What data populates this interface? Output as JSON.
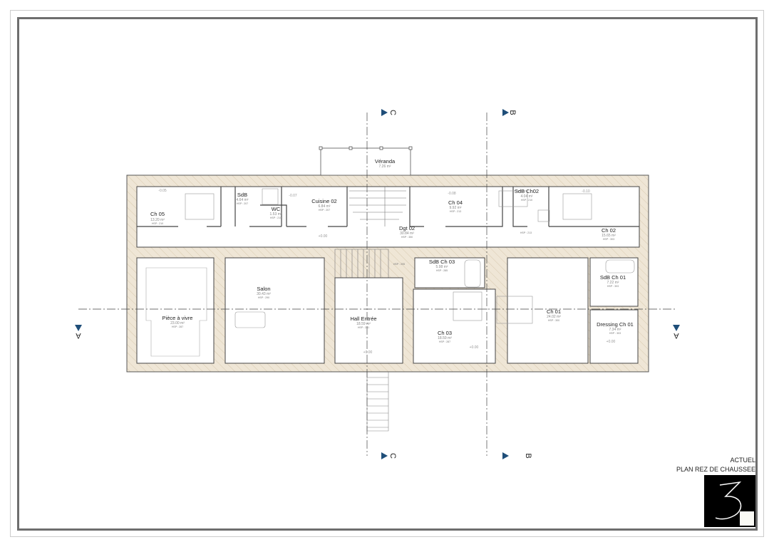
{
  "plan": {
    "status": "ACTUEL",
    "title": "PLAN REZ DE CHAUSSEE",
    "logo_text": "3",
    "rooms": [
      {
        "name": "Ch 05",
        "area": "13.20 m²",
        "hsp": "HSP : 210"
      },
      {
        "name": "SdB",
        "area": "4.64 m²",
        "hsp": "HSP : 207"
      },
      {
        "name": "WC",
        "area": "1.53 m²",
        "hsp": "HSP : 210"
      },
      {
        "name": "Cuisine 02",
        "area": "6.84 m²",
        "hsp": "HSP : 207"
      },
      {
        "name": "Véranda",
        "area": "7.26 m²"
      },
      {
        "name": "Dgt 02",
        "area": "30.84 m²",
        "hsp": "HSP : 350"
      },
      {
        "name": "Ch 04",
        "area": "9.92 m²",
        "hsp": "HSP : 213"
      },
      {
        "name": "SdB Ch02",
        "area": "4.04 m²",
        "hsp": "HSP : 210"
      },
      {
        "name": "Ch 02",
        "area": "15.65 m²",
        "hsp": "HSP : 303"
      },
      {
        "name": "Salon",
        "area": "30.43 m²",
        "hsp": "HSP : 290"
      },
      {
        "name": "Pièce à vivre",
        "area": "23.00 m²",
        "hsp": "HSP : 287"
      },
      {
        "name": "Hall Entrée",
        "area": "18.59 m²",
        "hsp": "HSP : 281"
      },
      {
        "name": "SdB Ch 03",
        "area": "5.98 m²",
        "hsp": "HSP : 285"
      },
      {
        "name": "Ch 03",
        "area": "18.59 m²",
        "hsp": "HSP : 287"
      },
      {
        "name": "Ch 01",
        "area": "24.02 m²",
        "hsp": "HSP : 300"
      },
      {
        "name": "SdB Ch 01",
        "area": "7.22 m²",
        "hsp": "HSP : 303"
      },
      {
        "name": "Dressing Ch 01",
        "area": "7.34 m²",
        "hsp": "HSP : 303"
      }
    ],
    "levels": [
      "-0.05",
      "-0.07",
      "-0.08",
      "-0.10",
      "+0.00",
      "+0.00",
      "+0.00",
      "+0.00"
    ],
    "extra_hsp": [
      "HSP : 213",
      "HSP : 295"
    ],
    "sections": {
      "a": "A",
      "b": "B",
      "c": "C"
    },
    "colors": {
      "wall_fill": "#eee6d8",
      "wall_line": "#555555",
      "frame": "#6e6e6e",
      "section_marker": "#1f4e79"
    }
  }
}
